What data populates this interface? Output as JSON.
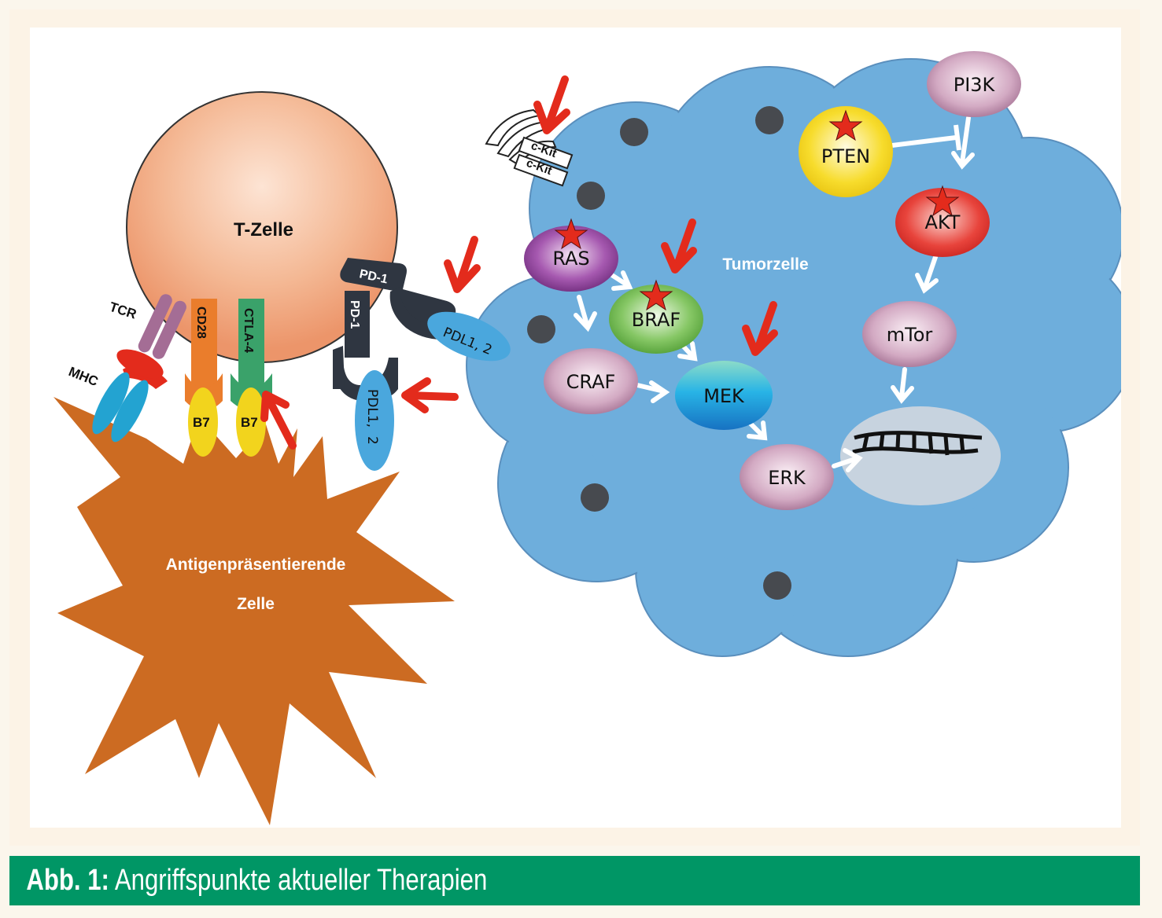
{
  "cells": {
    "t_cell": "T-Zelle",
    "apc_line1": "Antigenpräsentierende",
    "apc_line2": "Zelle",
    "tumor": "Tumorzelle"
  },
  "receptors": {
    "tcr": "TCR",
    "mhc": "MHC",
    "cd28": "CD28",
    "ctla4": "CTLA-4",
    "b7_left": "B7",
    "b7_right": "B7",
    "pd1_upper": "PD-1",
    "pd1_lower": "PD-1",
    "pdl_upper": "PDL1, 2",
    "pdl_lower_1": "PDL1,",
    "pdl_lower_2": "2",
    "ckit_1": "c-Kit",
    "ckit_2": "c-Kit"
  },
  "pathway": {
    "ras": "RAS",
    "braf": "BRAF",
    "craf": "CRAF",
    "mek": "MEK",
    "erk": "ERK",
    "pi3k": "PI3K",
    "pten": "PTEN",
    "akt": "AKT",
    "mtor": "mTor"
  },
  "colors": {
    "t_cell": "#f0a27e",
    "apc": "#cc6b22",
    "tumor": "#6eaedc",
    "therapy_arrow": "#e32b1c",
    "mutation_star": "#e32b1c",
    "ras": "#8a3c96",
    "braf": "#6cb84a",
    "mek": "#27a6df",
    "kinase_pink": "#b98aa7",
    "pten": "#f2d41d",
    "akt": "#e23b36",
    "caption_bar": "#009665"
  },
  "caption": {
    "label": "Abb. 1:",
    "text": "Angriffspunkte aktueller Therapien"
  }
}
